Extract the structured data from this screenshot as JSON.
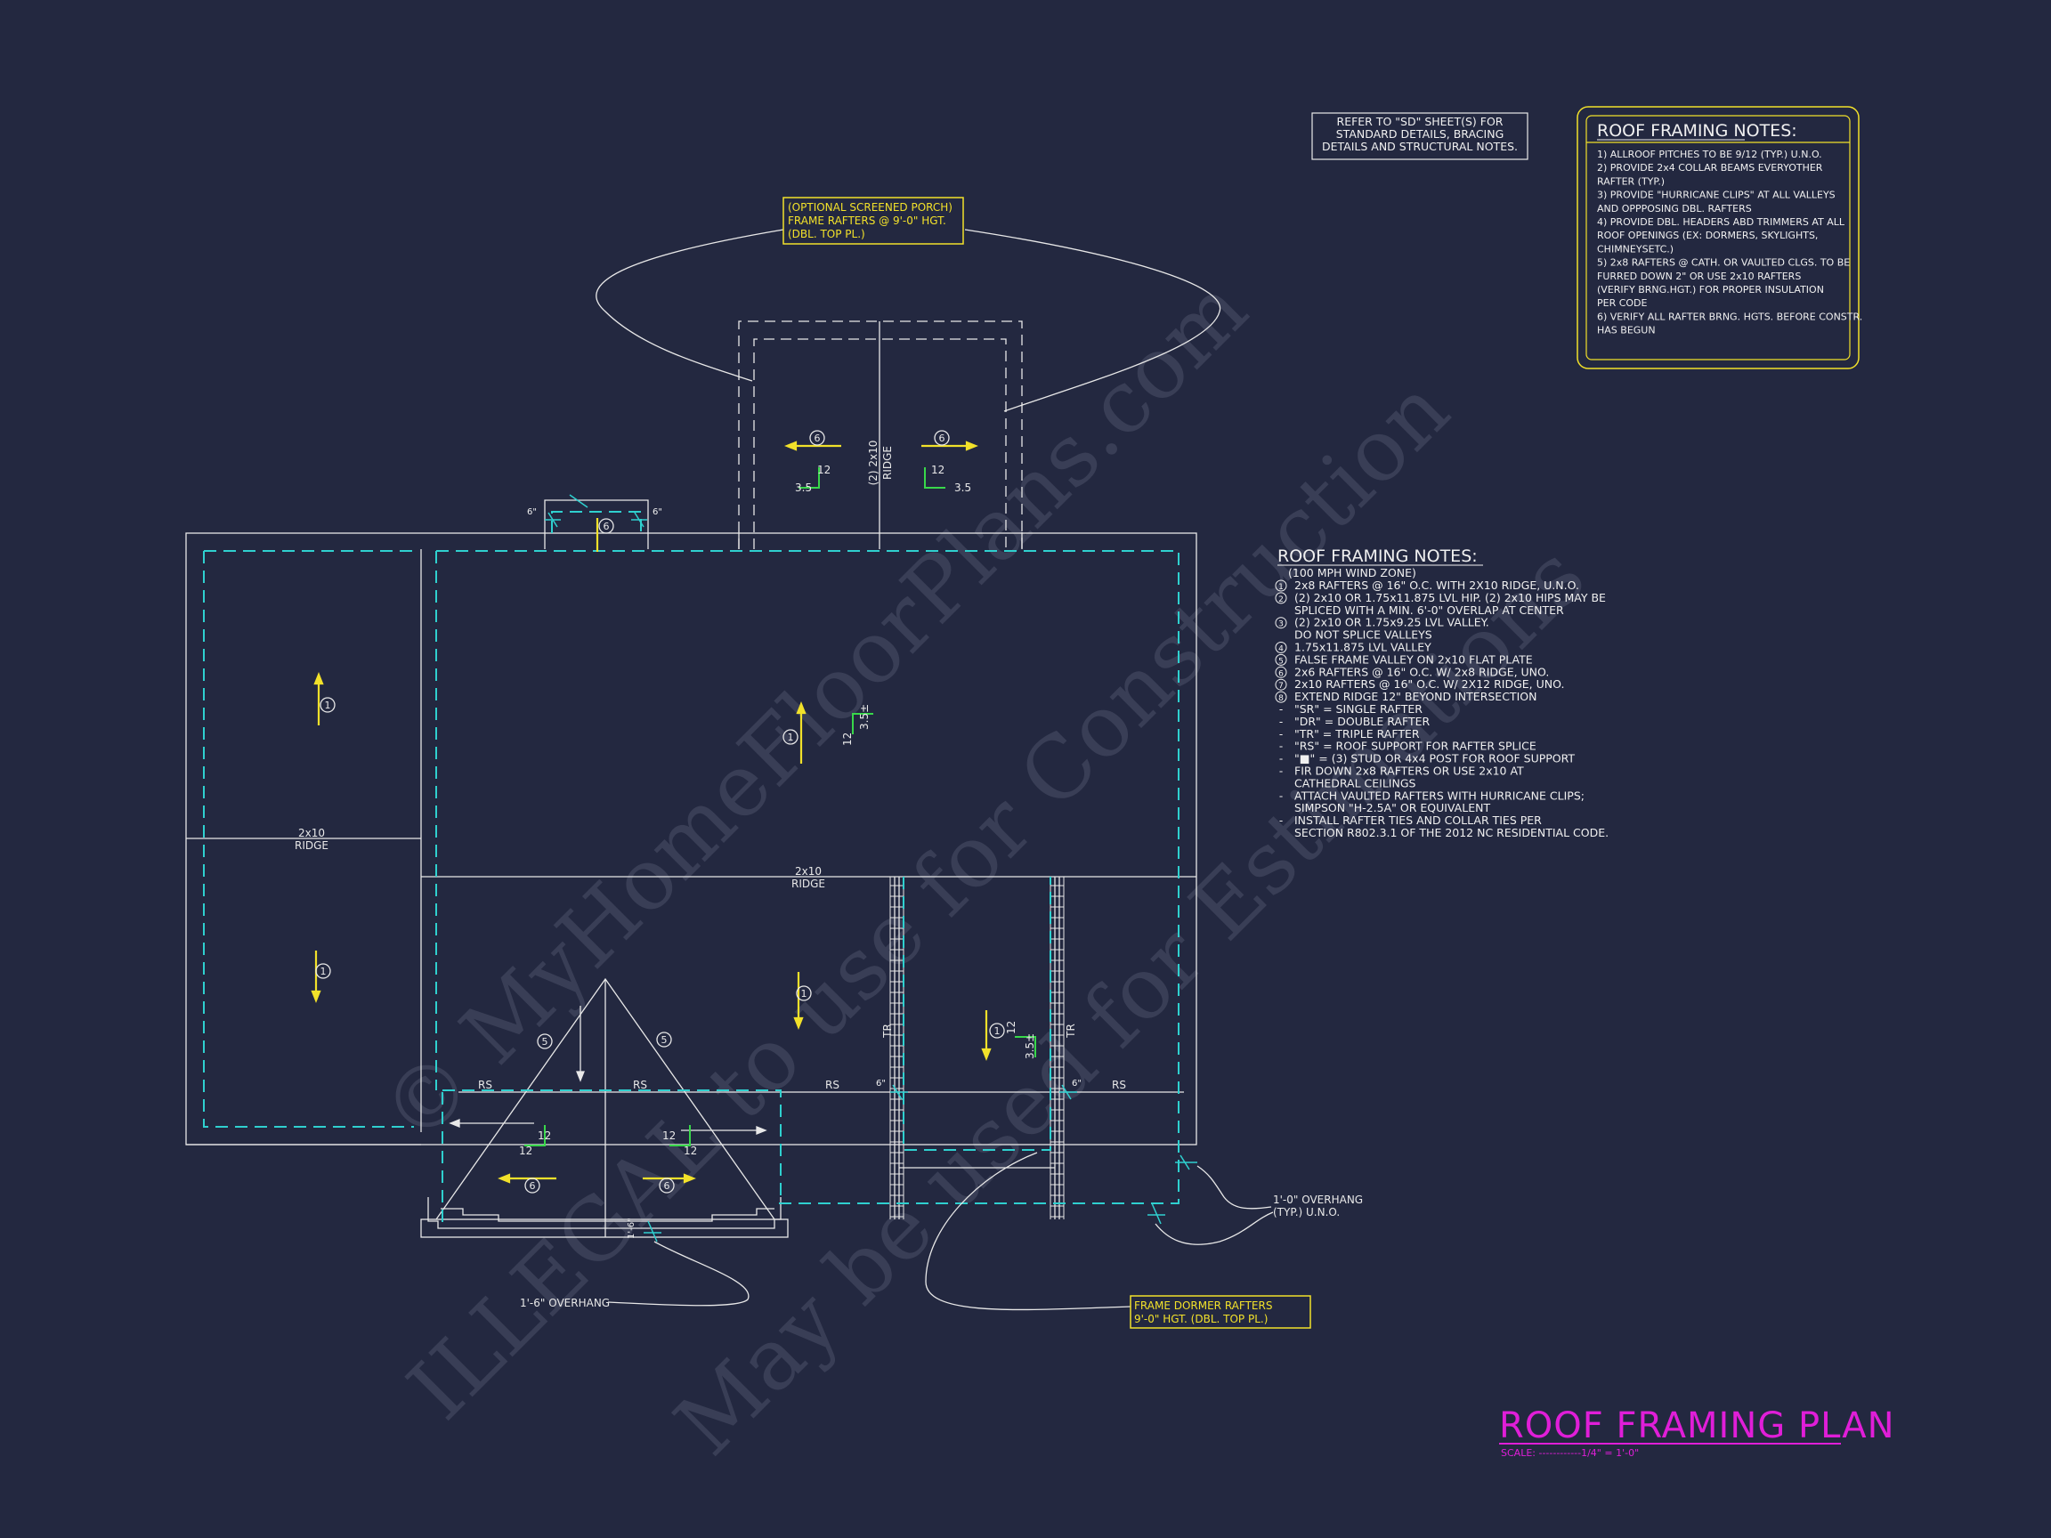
{
  "sheet_title": "ROOF FRAMING PLAN",
  "scale_label": "SCALE: ------------1/4\" = 1'-0\"",
  "refer_note": [
    "REFER TO \"SD\" SHEET(S) FOR",
    "STANDARD DETAILS, BRACING",
    "DETAILS AND STRUCTURAL NOTES."
  ],
  "top_notes": {
    "title": "ROOF FRAMING NOTES:",
    "lines": [
      "1) ALLROOF PITCHES TO BE  9/12 (TYP.) U.N.O.",
      "2) PROVIDE 2x4 COLLAR BEAMS EVERYOTHER",
      "    RAFTER (TYP.)",
      "3) PROVIDE \"HURRICANE CLIPS\" AT ALL VALLEYS",
      "    AND OPPPOSING DBL. RAFTERS",
      "4) PROVIDE DBL. HEADERS ABD TRIMMERS AT ALL",
      "    ROOF OPENINGS (EX: DORMERS, SKYLIGHTS,",
      "    CHIMNEYSETC.)",
      "5) 2x8 RAFTERS @ CATH. OR VAULTED CLGS. TO BE",
      "    FURRED DOWN 2\" OR USE 2x10 RAFTERS",
      "    (VERIFY BRNG.HGT.) FOR PROPER INSULATION",
      "    PER CODE",
      "6) VERIFY ALL RAFTER BRNG. HGTS. BEFORE CONSTR.",
      "    HAS BEGUN"
    ]
  },
  "side_notes": {
    "title": "ROOF FRAMING NOTES:",
    "subtitle": "(100 MPH WIND ZONE)",
    "items": [
      {
        "mark": "1",
        "lines": [
          "2x8 RAFTERS @ 16\" O.C. WITH 2X10 RIDGE, U.N.O."
        ]
      },
      {
        "mark": "2",
        "lines": [
          "(2) 2x10 OR 1.75x11.875 LVL HIP. (2) 2x10 HIPS MAY BE",
          "SPLICED WITH A MIN. 6'-0\" OVERLAP AT CENTER"
        ]
      },
      {
        "mark": "3",
        "lines": [
          "(2) 2x10 OR 1.75x9.25 LVL VALLEY.",
          "DO NOT SPLICE VALLEYS"
        ]
      },
      {
        "mark": "4",
        "lines": [
          "1.75x11.875 LVL VALLEY"
        ]
      },
      {
        "mark": "5",
        "lines": [
          "FALSE FRAME VALLEY ON 2x10 FLAT PLATE"
        ]
      },
      {
        "mark": "6",
        "lines": [
          "2x6 RAFTERS @ 16\" O.C. W/ 2x8 RIDGE, UNO."
        ]
      },
      {
        "mark": "7",
        "lines": [
          "2x10 RAFTERS @ 16\" O.C. W/ 2X12 RIDGE, UNO."
        ]
      },
      {
        "mark": "8",
        "lines": [
          "EXTEND RIDGE 12\" BEYOND INTERSECTION"
        ]
      },
      {
        "mark": "-",
        "lines": [
          "\"SR\" = SINGLE RAFTER"
        ]
      },
      {
        "mark": "-",
        "lines": [
          "\"DR\" = DOUBLE RAFTER"
        ]
      },
      {
        "mark": "-",
        "lines": [
          "\"TR\" = TRIPLE RAFTER"
        ]
      },
      {
        "mark": "-",
        "lines": [
          "\"RS\" = ROOF SUPPORT FOR RAFTER SPLICE"
        ]
      },
      {
        "mark": "-",
        "lines": [
          "\"■\" = (3) STUD OR 4x4 POST FOR ROOF SUPPORT"
        ]
      },
      {
        "mark": "-",
        "lines": [
          "FIR DOWN 2x8 RAFTERS OR USE 2x10 AT",
          "CATHEDRAL CEILINGS"
        ]
      },
      {
        "mark": "-",
        "lines": [
          "ATTACH VAULTED RAFTERS WITH HURRICANE CLIPS;",
          "SIMPSON \"H-2.5A\" OR EQUIVALENT"
        ]
      },
      {
        "mark": "-",
        "lines": [
          "INSTALL RAFTER TIES AND COLLAR TIES PER",
          "SECTION R802.3.1 OF THE 2012 NC RESIDENTIAL CODE."
        ]
      }
    ]
  },
  "callouts": {
    "porch": [
      "(OPTIONAL SCREENED PORCH)",
      "FRAME RAFTERS @ 9'-0\" HGT.",
      "(DBL. TOP PL.)"
    ],
    "dormer": [
      "FRAME DORMER RAFTERS",
      "9'-0\" HGT. (DBL. TOP PL.)"
    ],
    "overhang_typ": [
      "1'-0\" OVERHANG",
      "(TYP.) U.N.O."
    ],
    "overhang_front": "1'-6\" OVERHANG"
  },
  "labels": {
    "ridge_2x10": "2x10",
    "ridge": "RIDGE",
    "porch_ridge": "(2) 2x10",
    "rs": "RS",
    "tr": "TR",
    "six_in": "6\"",
    "eighteen_in": "1'-6\"",
    "pitch_12": "12",
    "pitch_35": "3.5",
    "pitch_35_pm": "3.5±",
    "mark_1": "1",
    "mark_5": "5",
    "mark_6": "6"
  },
  "watermark": [
    "© MyHomeFloorPlans.com",
    "ILLEGAL to use for Construction",
    "May be used for Estimations"
  ],
  "colors": {
    "background": "#232840",
    "linework": "#e8e8e8",
    "cyan": "#2fd0cf",
    "yellow": "#f2e12a",
    "green": "#38d84a",
    "magenta": "#e01ed8"
  }
}
